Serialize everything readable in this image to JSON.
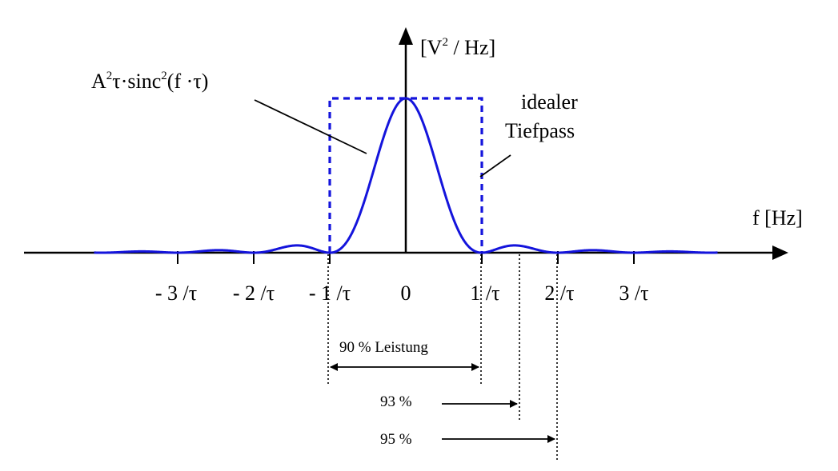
{
  "colors": {
    "curve": "#1414dc",
    "filter": "#1414dc",
    "axes": "#000000"
  },
  "axis": {
    "y_label_open": "[V",
    "y_label_sup": "2",
    "y_label_close": " / Hz]",
    "x_label": "f [Hz]"
  },
  "formula": {
    "p1": "A",
    "s1": "2",
    "p2": "τ·sinc",
    "s2": "2",
    "p3": "(f ·τ)"
  },
  "filter_label": {
    "line1": "idealer",
    "line2": "Tiefpass"
  },
  "ticks": [
    "- 3 /τ",
    "- 2 /τ",
    "- 1 /τ",
    "0",
    "1 /τ",
    "2 /τ",
    "3 /τ"
  ],
  "power": {
    "p90": "90 % Leistung",
    "p93": "93 %",
    "p95": "95 %"
  },
  "chart_data": {
    "type": "line",
    "function": "A^2·τ·sinc^2(f·τ)",
    "x_unit": "1/τ",
    "x_range": [
      -4.1,
      4.1
    ],
    "ideal_lowpass_band": [
      -1,
      1
    ],
    "power_fraction_within": [
      {
        "band": 1,
        "percent": 90
      },
      {
        "band": 1.5,
        "percent": 93
      },
      {
        "band": 2,
        "percent": 95
      }
    ]
  }
}
